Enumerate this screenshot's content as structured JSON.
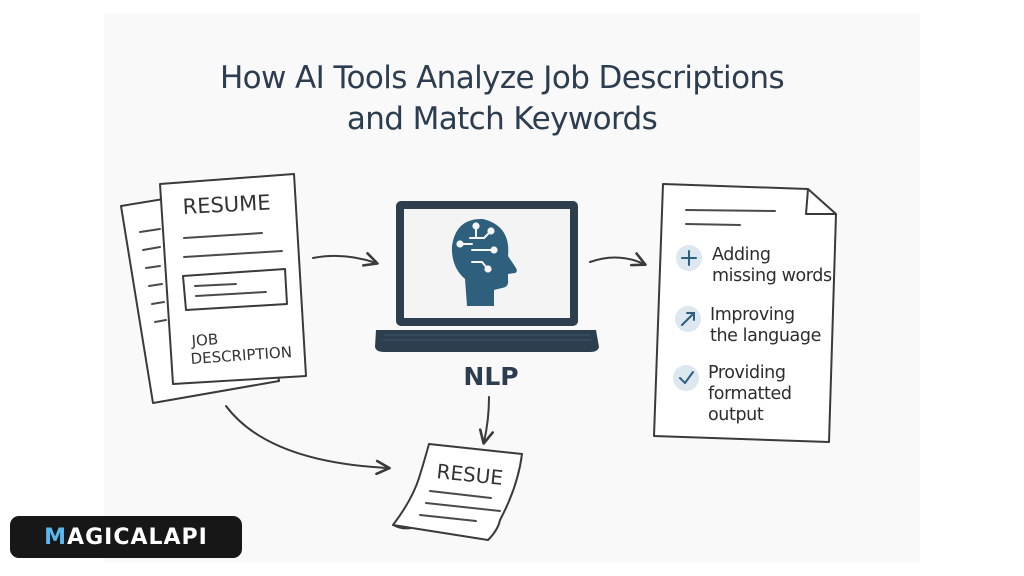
{
  "title": {
    "line1": "How AI Tools Analyze Job Descriptions",
    "line2": "and Match Keywords"
  },
  "documents": {
    "resume_label": "RESUME",
    "job_description_line1": "JOB",
    "job_description_line2": "DESCRIPTION",
    "output_doc_label": "RESUE"
  },
  "processor": {
    "label": "NLP",
    "icon": "ai-head-circuit-icon"
  },
  "steps": [
    {
      "icon": "plus-icon",
      "line1": "Adding",
      "line2": "missing words"
    },
    {
      "icon": "arrow-up-right-icon",
      "line1": "Improving",
      "line2": "the language"
    },
    {
      "icon": "checkmark-icon",
      "line1": "Providing",
      "line2": "formatted",
      "line3": "output"
    }
  ],
  "brand": {
    "logo_text_accent": "M",
    "logo_text": "AGICALAPI"
  },
  "colors": {
    "title": "#2b3d4e",
    "head_icon": "#2e5f7c",
    "icon_circle": "#dde7ef",
    "laptop": "#2d3e4f",
    "logo_bg": "#171717",
    "logo_accent": "#5ab8ee"
  }
}
